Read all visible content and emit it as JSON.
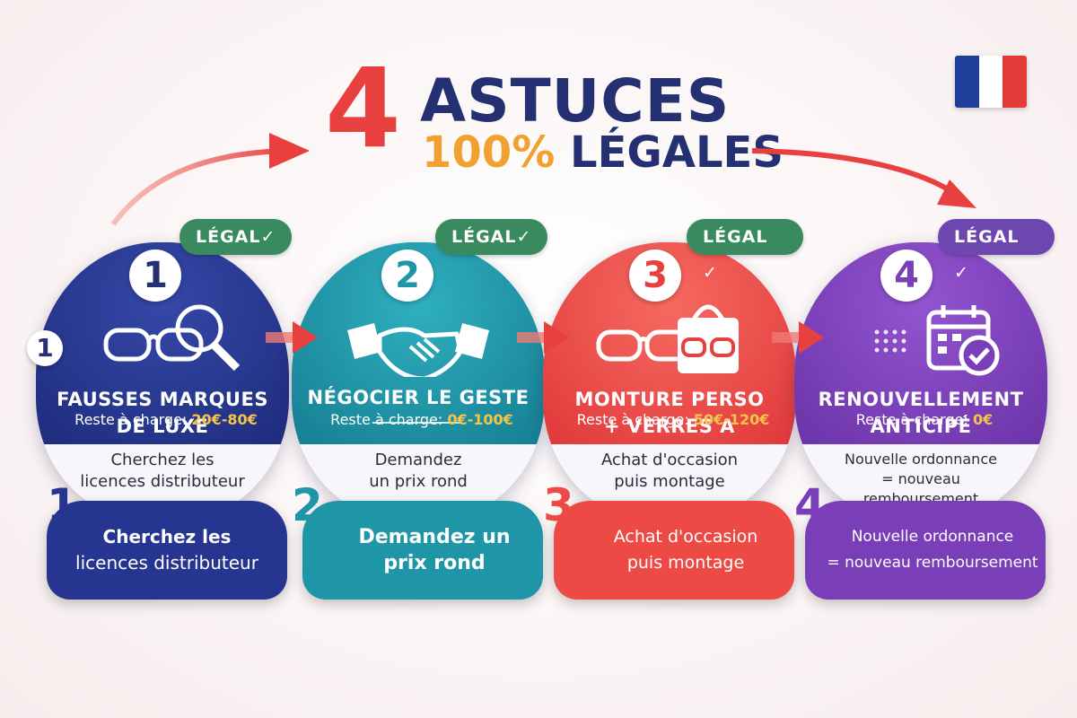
{
  "title": {
    "number": "4",
    "line1": "ASTUCES",
    "line2_accent": "100%",
    "line2_rest": "LÉGALES"
  },
  "flag": {
    "colors": [
      "#1f3f9a",
      "#ffffff",
      "#e53a3a"
    ]
  },
  "cards": [
    {
      "badge": "LÉGAL✓",
      "number": "1",
      "icon": "glasses-magnifier-icon",
      "title_line1": "FAUSSES MARQUES",
      "title_line2": "DE LUXE",
      "rac_label": "Reste à charge:",
      "rac_value": "20€-80€",
      "desc_line1": "Cherchez les",
      "desc_line2": "licences distributeur",
      "footer_number": "1",
      "footer_line1": "Cherchez les",
      "footer_line2": "licences distributeur",
      "color": "#26358f",
      "side_number": "1"
    },
    {
      "badge": "LÉGAL✓",
      "number": "2",
      "icon": "handshake-icon",
      "title_line1": "NÉGOCIER LE GESTE",
      "title_line2": "",
      "rac_label": "Reste à charge:",
      "rac_value": "0€-100€",
      "desc_line1": "Demandez",
      "desc_line2": "un prix rond",
      "footer_number": "2",
      "footer_line1": "Demandez un",
      "footer_line2": "prix rond",
      "color": "#1f95a8"
    },
    {
      "badge": "LÉGAL ✓",
      "number": "3",
      "icon": "glasses-shopping-bag-icon",
      "title_line1": "MONTURE PERSO",
      "title_line2": "+ VERRES A",
      "rac_label": "Reste à charge:",
      "rac_value": "50€-120€",
      "desc_line1": "Achat d'occasion",
      "desc_line2": "puis montage",
      "footer_number": "3",
      "footer_line1": "Achat d'occasion",
      "footer_line2": "puis montage",
      "color": "#ee4a45"
    },
    {
      "badge": "LÉGAL ✓",
      "number": "4",
      "icon": "calendar-check-icon",
      "title_line1": "RENOUVELLEMENT",
      "title_line2": "ANTICIPÉ",
      "rac_label": "Reste à charge:",
      "rac_value": "0€",
      "desc_line1": "Nouvelle ordonnance",
      "desc_line2": "= nouveau",
      "desc_line3": "remboursement",
      "footer_number": "4",
      "footer_line1": "Nouvelle ordonnance",
      "footer_line2": "= nouveau remboursement",
      "color": "#7a3fb8"
    }
  ],
  "colors": {
    "navy": "#243071",
    "red": "#e8403e",
    "orange": "#f0a132",
    "badge_green": "#3a8a5f",
    "badge_purple": "#6d46b0"
  }
}
